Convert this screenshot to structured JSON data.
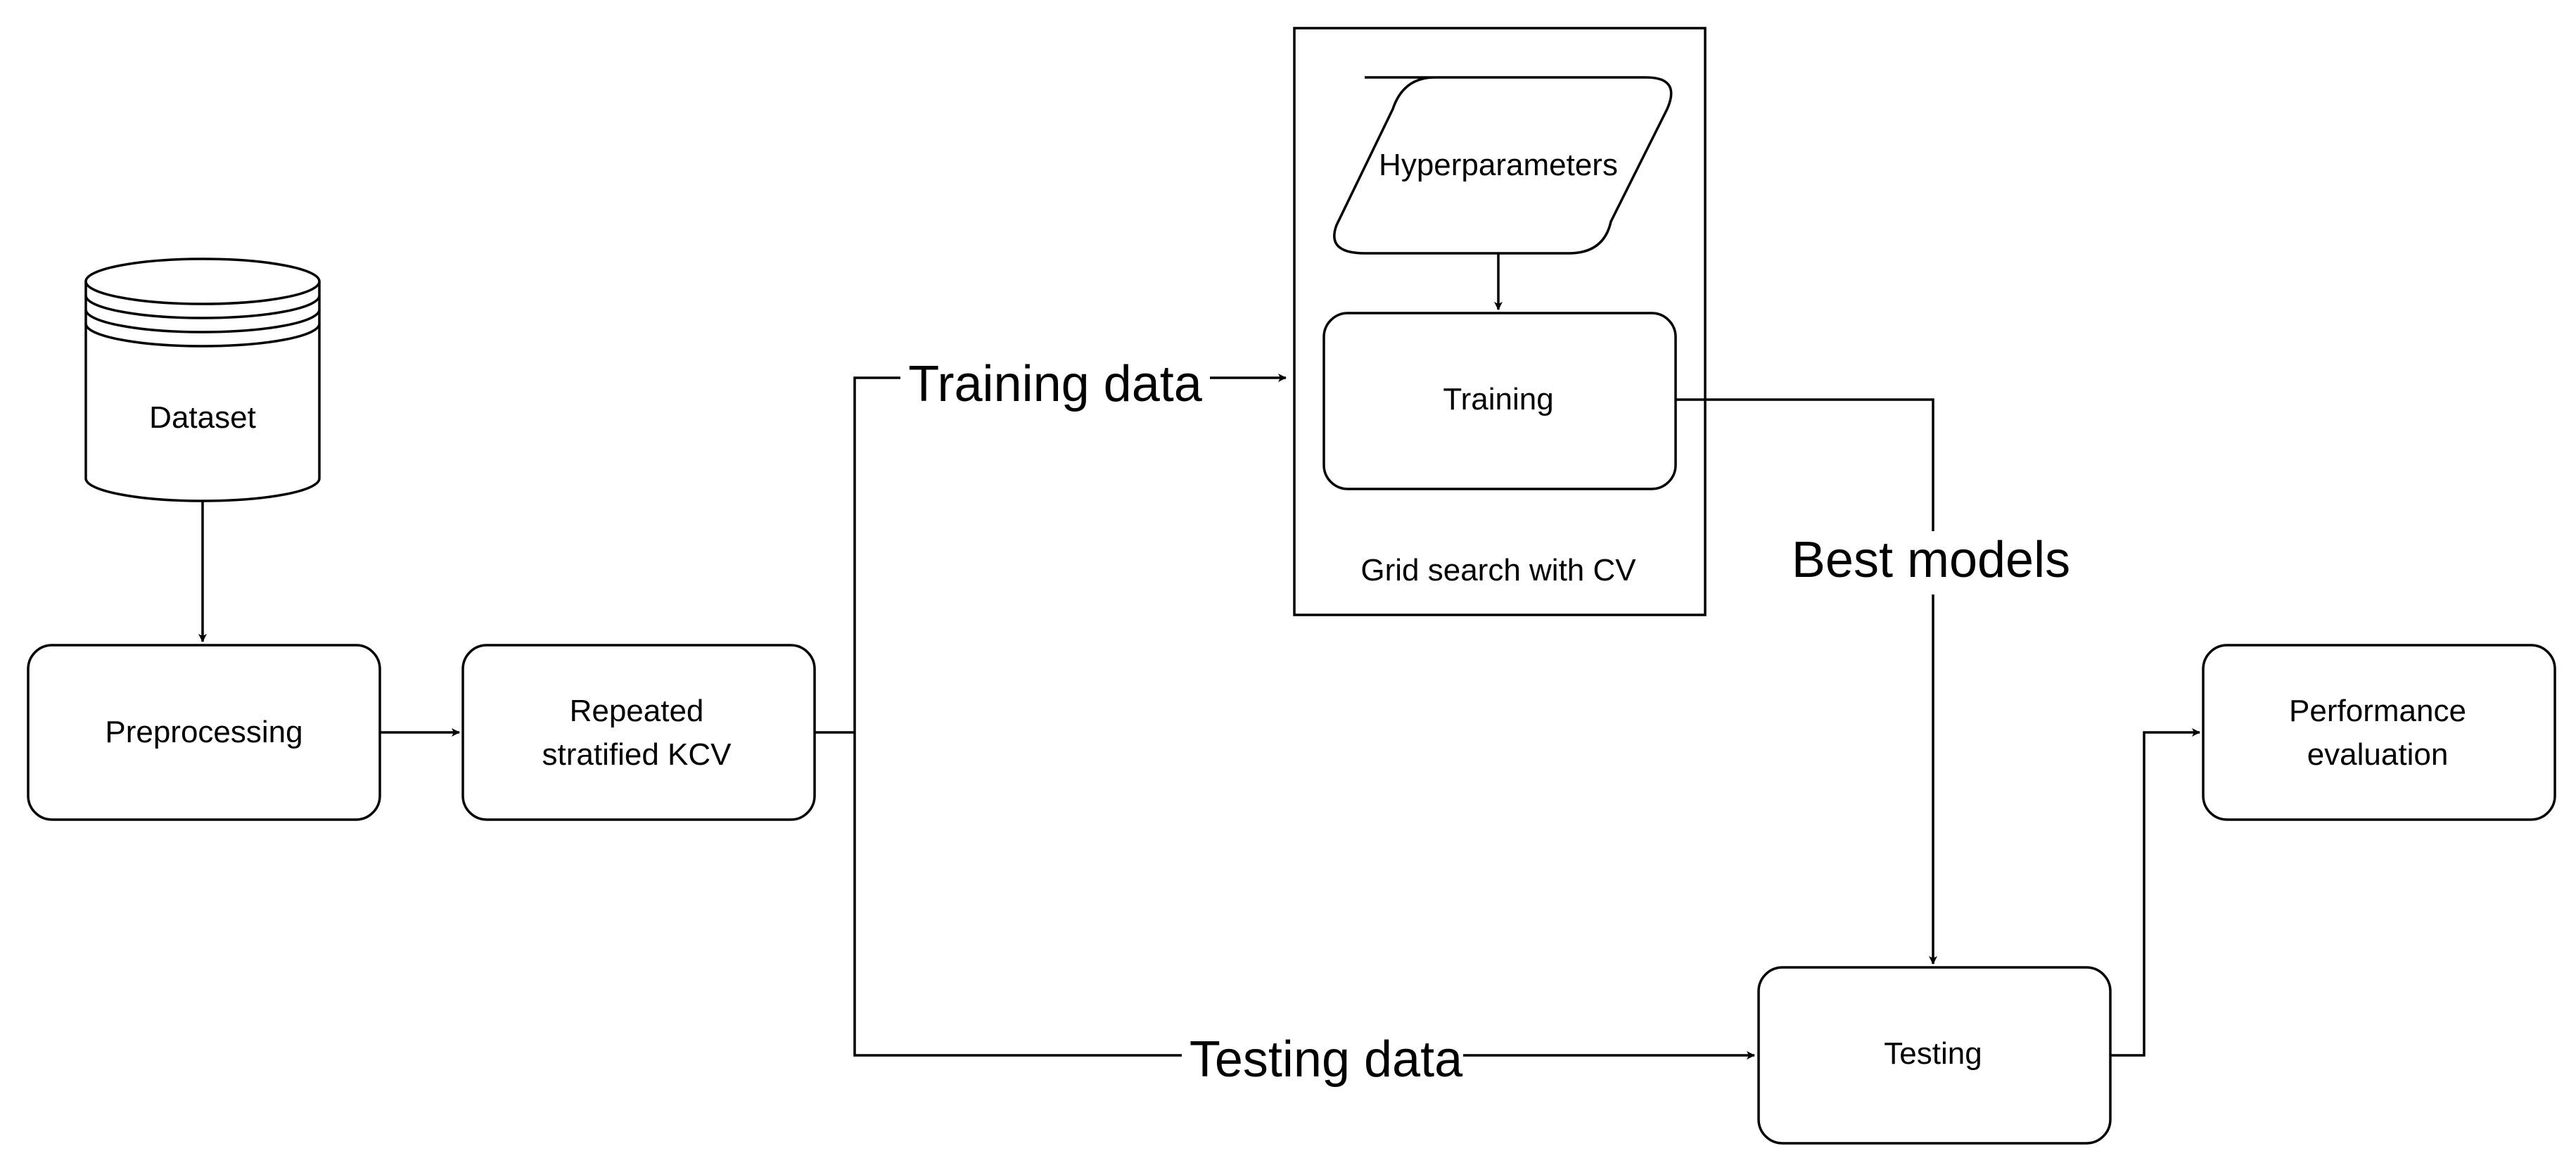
{
  "nodes": {
    "dataset": "Dataset",
    "preprocessing": "Preprocessing",
    "kcv_line1": "Repeated",
    "kcv_line2": "stratified KCV",
    "hyperparameters": "Hyperparameters",
    "training": "Training",
    "grid_search": "Grid search with CV",
    "testing": "Testing",
    "perf_line1": "Performance",
    "perf_line2": "evaluation"
  },
  "edges": {
    "training_data": "Training data",
    "testing_data": "Testing data",
    "best_models": "Best models"
  }
}
